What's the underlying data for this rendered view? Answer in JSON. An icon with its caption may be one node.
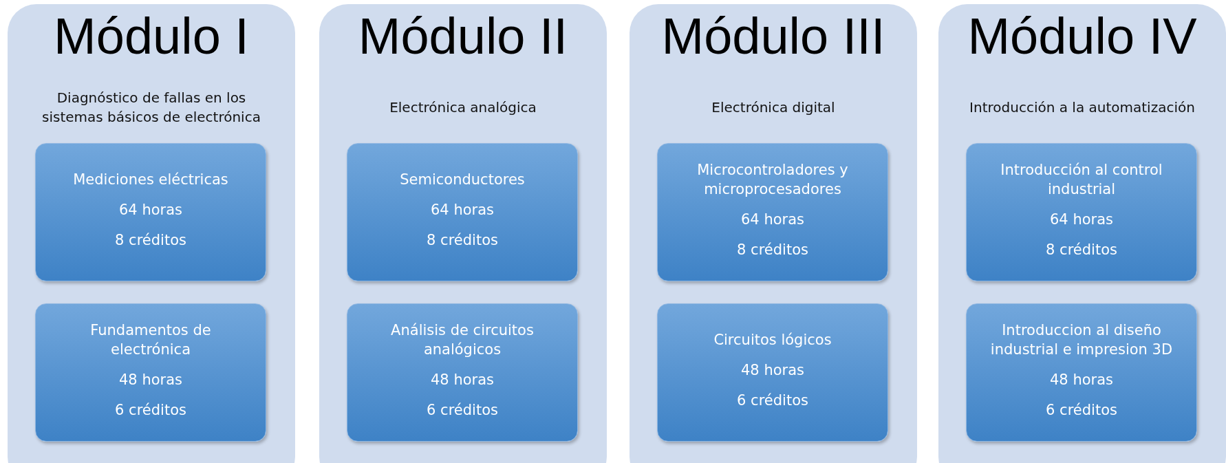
{
  "diagram": {
    "nodes": [
      {
        "text": [
          "Módulo I",
          "Diagnóstico de fallas en los sistemas básicos de electrónica"
        ]
      },
      {
        "text": [
          "Mediciones eléctricas",
          "64 horas",
          "8 créditos"
        ],
        "in": 0
      },
      {
        "text": [
          "Fundamentos de electrónica",
          "48 horas",
          "6 créditos"
        ],
        "in": 0
      },
      {
        "text": [
          "Módulo II",
          "Electrónica analógica"
        ]
      },
      {
        "text": [
          "Semiconductores",
          "64 horas",
          "8 créditos"
        ],
        "in": 3
      },
      {
        "text": [
          "Análisis de circuitos analógicos",
          "48 horas",
          "6 créditos"
        ],
        "in": 3
      },
      {
        "text": [
          "Módulo III",
          "Electrónica digital"
        ]
      },
      {
        "text": [
          "Microcontroladores y microprocesadores",
          "64 horas",
          "8 créditos"
        ],
        "in": 6
      },
      {
        "text": [
          "Circuitos lógicos",
          "48 horas",
          "6 créditos"
        ],
        "in": 6
      },
      {
        "text": [
          "Módulo IV",
          "Introducción a la automatización"
        ]
      },
      {
        "text": [
          "Introducción al control industrial",
          "64 horas",
          "8 créditos"
        ],
        "in": 9
      },
      {
        "text": [
          "Introduccion al diseño industrial e impresion 3D",
          "48 horas",
          "6 créditos"
        ],
        "in": 9
      }
    ],
    "edges": []
  }
}
